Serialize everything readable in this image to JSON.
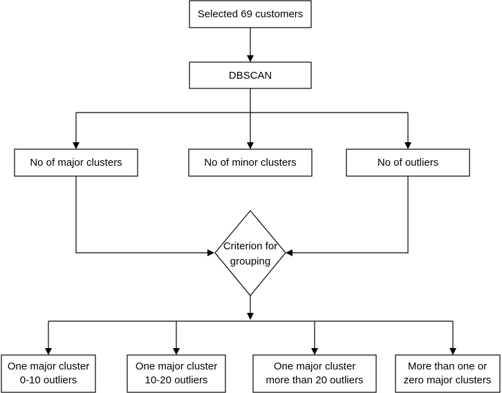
{
  "nodes": {
    "start": {
      "text": "Selected 69 customers"
    },
    "dbscan": {
      "text": "DBSCAN"
    },
    "major_clusters": {
      "text": "No of major clusters"
    },
    "minor_clusters": {
      "text": "No of minor clusters"
    },
    "outliers": {
      "text": "No of outliers"
    },
    "criterion": {
      "line1": "Criterion for",
      "line2": "grouping"
    },
    "group1": {
      "line1": "One major cluster",
      "line2": "0-10 outliers"
    },
    "group2": {
      "line1": "One major cluster",
      "line2": "10-20 outliers"
    },
    "group3": {
      "line1": "One major cluster",
      "line2": "more than 20 outliers"
    },
    "group4": {
      "line1": "More than one or",
      "line2": "zero major clusters"
    }
  },
  "colors": {
    "stroke": "#000000",
    "fill": "#ffffff",
    "text": "#000000"
  }
}
